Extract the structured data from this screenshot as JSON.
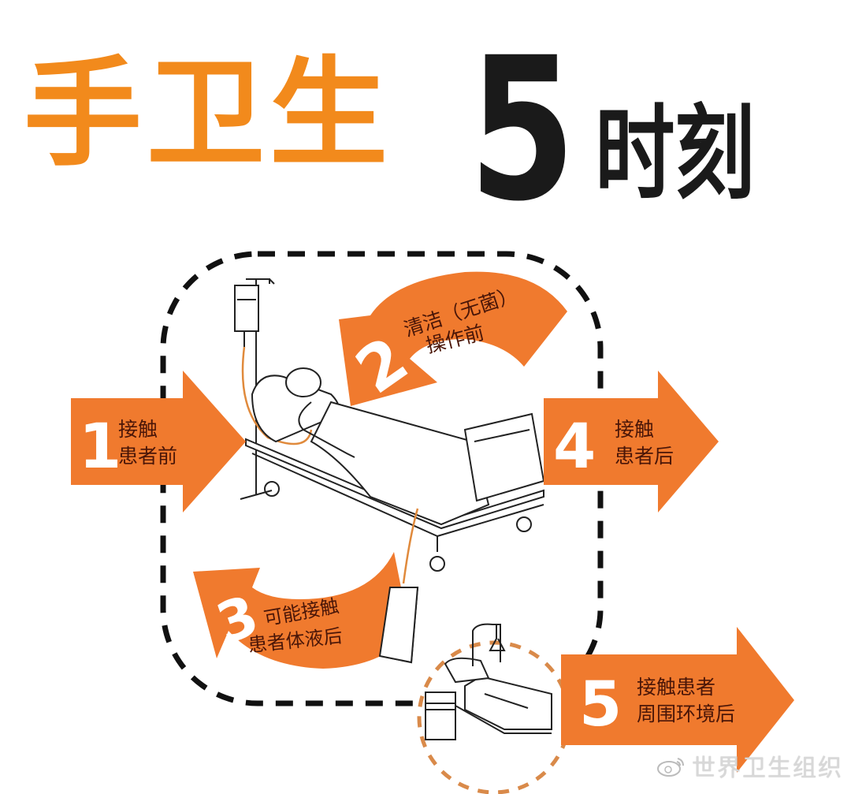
{
  "title": {
    "main": "手卫生",
    "number": "5",
    "suffix": "时刻"
  },
  "colors": {
    "title_orange": "#F28A1C",
    "arrow_orange": "#F07A2E",
    "text_dark_red": "#4a1608",
    "frame_black": "#111111",
    "frame_orange_dashed": "#D98A4A"
  },
  "moments": [
    {
      "number": "1",
      "line1": "接触",
      "line2": "患者前",
      "arrow": "right-straight"
    },
    {
      "number": "2",
      "line1": "清洁（无菌）",
      "line2": "操作前",
      "arrow": "curved-left-down"
    },
    {
      "number": "3",
      "line1": "可能接触",
      "line2": "患者体液后",
      "arrow": "curved-left-up"
    },
    {
      "number": "4",
      "line1": "接触",
      "line2": "患者后",
      "arrow": "right-straight"
    },
    {
      "number": "5",
      "line1": "接触患者",
      "line2": "周围环境后",
      "arrow": "right-straight"
    }
  ],
  "illustrations": {
    "main": "patient-in-hospital-bed-with-iv-drip",
    "inset": "empty-hospital-bed-with-nightstand"
  },
  "watermark": {
    "icon": "weibo-icon",
    "text": "世界卫生组织"
  }
}
